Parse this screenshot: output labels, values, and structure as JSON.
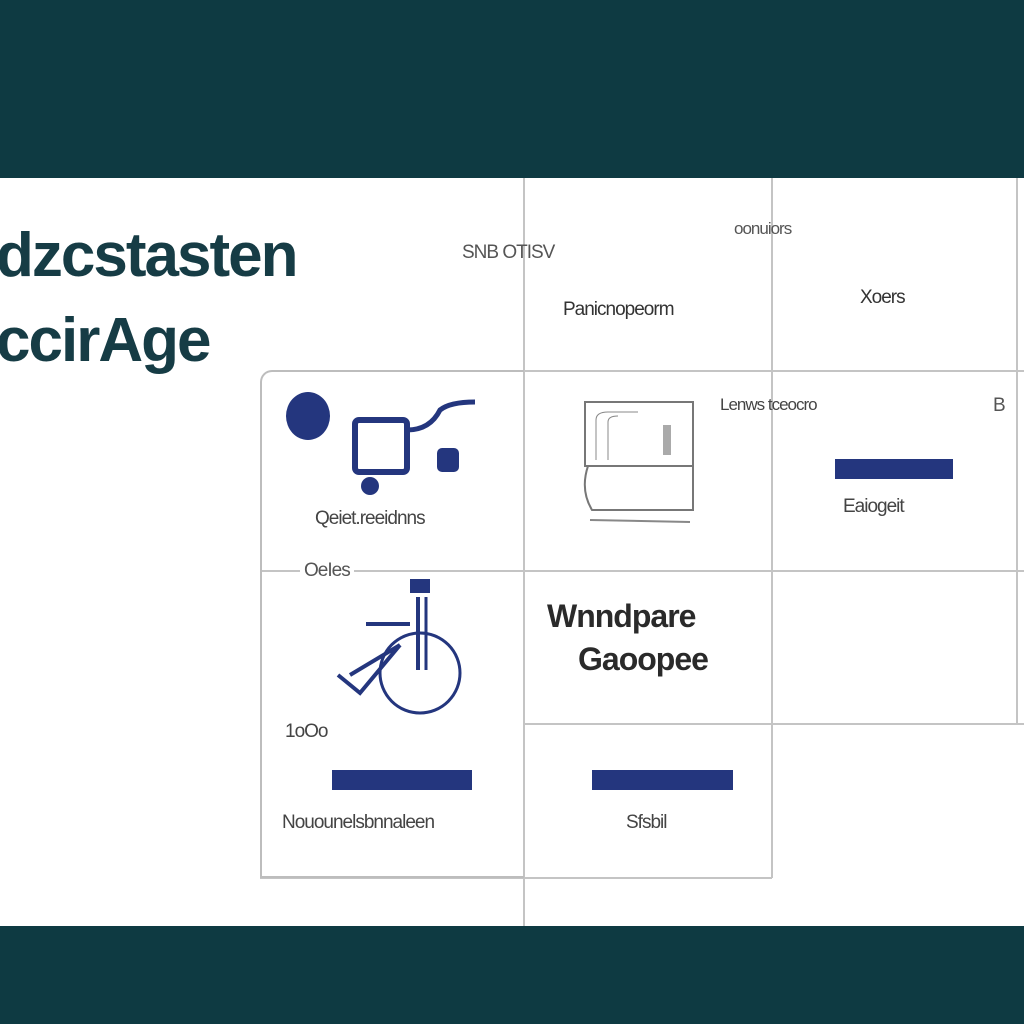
{
  "header": {
    "title_line1": "dzcstasten",
    "title_line2": "ccirAge"
  },
  "columns": {
    "col1": "SNB OTISV",
    "col2_top": "oonuiors",
    "col2": "Panicnopeorm",
    "col3": "Xoers"
  },
  "cells": [
    {
      "label": "Qeiet.reeidnns",
      "icon": "devices-icon"
    },
    {
      "label": "Lenws tceocro",
      "icon": "appliance-icon"
    },
    {
      "label": "Eaiogeit",
      "extra": "B",
      "progress": 1
    },
    {
      "label": "OeIes",
      "icon": "wheel-icon",
      "value": "1oOo"
    },
    {
      "heading_line1": "Wnndpare",
      "heading_line2": "Gaoopee"
    },
    {
      "label": "Nouounelsbnnaleen",
      "progress": 1
    },
    {
      "label": "Sfsbil",
      "progress": 1
    }
  ],
  "colors": {
    "band": "#0e3a42",
    "accent": "#24367e",
    "title": "#163c45"
  }
}
